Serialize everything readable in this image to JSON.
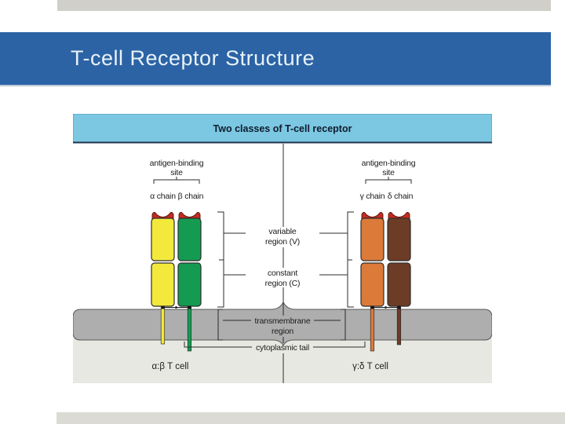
{
  "slide": {
    "title": "T-cell Receptor Structure"
  },
  "diagram": {
    "title": "Two classes of T-cell receptor",
    "left_receptor": {
      "binding_site_line1": "antigen-binding",
      "binding_site_line2": "site",
      "chain1": "α chain",
      "chain2": "β chain",
      "cell": "α:β T cell"
    },
    "right_receptor": {
      "binding_site_line1": "antigen-binding",
      "binding_site_line2": "site",
      "chain1": "γ chain",
      "chain2": "δ chain",
      "cell": "γ:δ T cell"
    },
    "regions": {
      "variable_line1": "variable",
      "variable_line2": "region (V)",
      "constant_line1": "constant",
      "constant_line2": "region (C)",
      "transmembrane_line1": "transmembrane",
      "transmembrane_line2": "region",
      "cytoplasmic_tail": "cytoplasmic tail"
    },
    "colors": {
      "header_bg": "#7cc7e2",
      "alpha_chain": "#f2e93c",
      "beta_chain": "#149b51",
      "gamma_chain": "#dc7a3a",
      "delta_chain": "#6d3c26",
      "binding_tip": "#c32b20",
      "membrane": "#aeaeae",
      "cytoplasm": "#e8e8e3"
    }
  },
  "theme": {
    "title_band_blue": "#2b63a5",
    "title_text": "#e9f2f8",
    "top_bar_gray": "#d0cfc9",
    "bottom_bar_gray": "#dbdad5"
  }
}
